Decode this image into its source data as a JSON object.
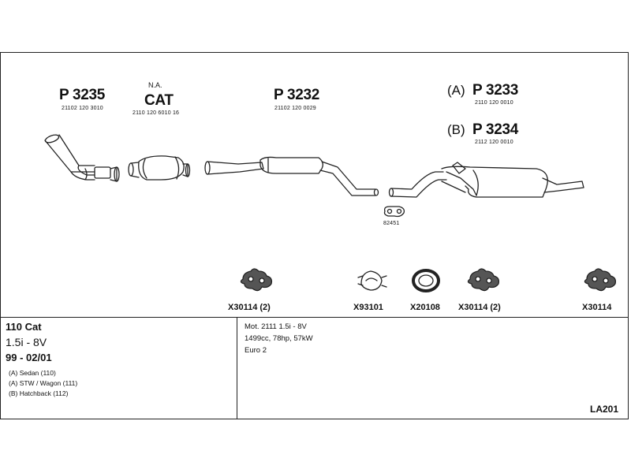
{
  "parts": {
    "p3235": {
      "number": "P 3235",
      "oem": "21102 120 3010"
    },
    "cat": {
      "note": "N.A.",
      "number": "CAT",
      "oem": "2110 120 6010 16"
    },
    "p3232": {
      "number": "P 3232",
      "oem": "21102 120 0029"
    },
    "p3233": {
      "variant": "(A)",
      "number": "P 3233",
      "oem": "2110 120 0010"
    },
    "p3234": {
      "variant": "(B)",
      "number": "P 3234",
      "oem": "2112 120 0010"
    },
    "gasket": {
      "code": "82451"
    }
  },
  "fittings": [
    {
      "code": "X30114 (2)"
    },
    {
      "code": "X93101"
    },
    {
      "code": "X20108"
    },
    {
      "code": "X30114 (2)"
    },
    {
      "code": "X30114"
    }
  ],
  "vehicle": {
    "model": "110 Cat",
    "engine": "1.5i - 8V",
    "years": "99 - 02/01",
    "body_types": [
      "(A) Sedan (110)",
      "(A) STW / Wagon (111)",
      "(B) Hatchback (112)"
    ]
  },
  "engine_info": {
    "line1": "Mot. 2111 1.5i - 8V",
    "line2": "1499cc, 78hp, 57kW",
    "line3": "Euro 2"
  },
  "diagram_code": "LA201"
}
